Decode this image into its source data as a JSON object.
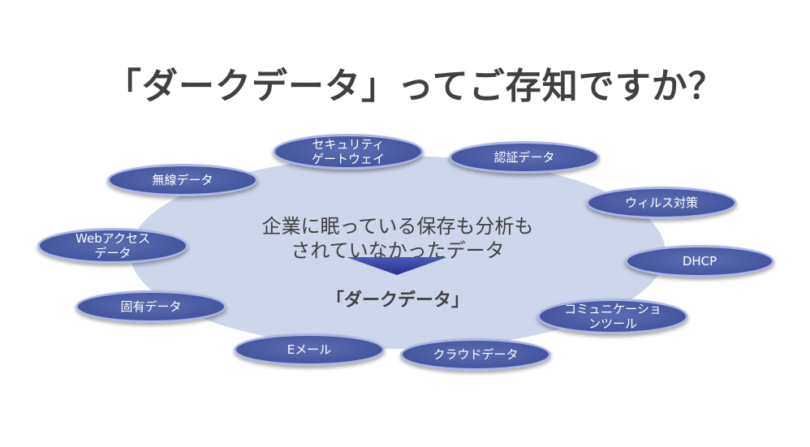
{
  "title": "「ダークデータ」ってご存知ですか？",
  "center": {
    "line1": "企業に眠っている保存も分析も",
    "line2": "されていなかったデータ",
    "dark_label": "「ダークデータ」"
  },
  "nodes": {
    "security_gateway": [
      "セキュリティ",
      "ゲートウェイ"
    ],
    "ninsho_data": "認証データ",
    "virus_taisaku": "ウィルス対策",
    "dhcp": "DHCP",
    "communication_tool": [
      "コミュニケーショ",
      "ンツール"
    ],
    "cloud_data": "クラウドデータ",
    "email": "Eメール",
    "koyu_data": "固有データ",
    "web_access": [
      "Webアクセス",
      "データ"
    ],
    "musen_data": "無線データ"
  },
  "colors": {
    "node_fill": "#4a5ba3",
    "node_border": "#aeb6e6",
    "big_ellipse": "#cdd6ea",
    "arrow": "#2f3f9e",
    "text_dark": "#404040"
  }
}
